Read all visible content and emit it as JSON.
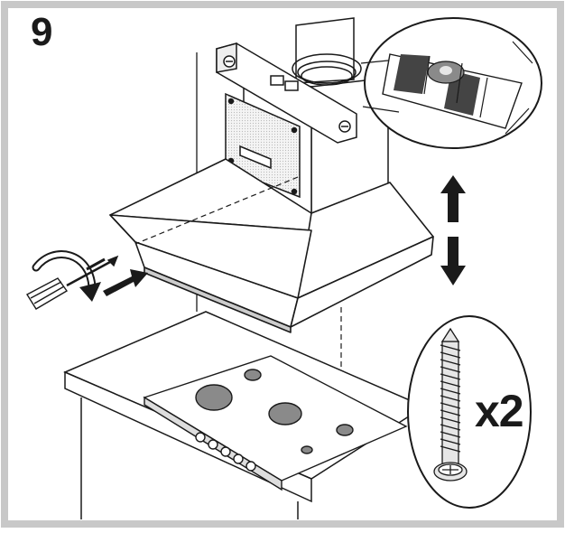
{
  "step": {
    "number": "9"
  },
  "screw_callout": {
    "quantity_label": "x2"
  },
  "colors": {
    "frame": "#c8c8c8",
    "line": "#1a1a1a",
    "fill_grey": "#8a8a8a",
    "fill_dark": "#444444",
    "fill_light": "#e6e6e6"
  },
  "icons": [
    "curved-rotate-arrow",
    "screwdriver",
    "push-arrow",
    "up-arrow",
    "down-arrow",
    "spirit-level",
    "wood-screw"
  ]
}
